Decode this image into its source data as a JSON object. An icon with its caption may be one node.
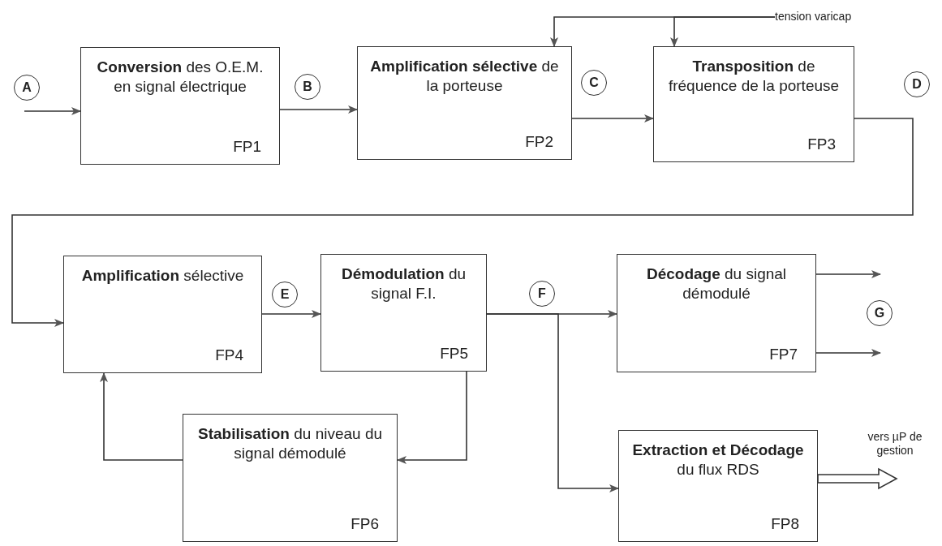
{
  "diagram": {
    "nodes": [
      {
        "text": [
          "tension varicap"
        ]
      },
      {
        "text": [
          "**Conversion** des O.E.M. en signal électrique",
          "FP1"
        ]
      },
      {
        "text": [
          "**Amplification sélective** de la porteuse",
          "FP2"
        ]
      },
      {
        "text": [
          "**Transposition** de fréquence de la porteuse",
          "FP3"
        ]
      },
      {
        "text": [
          "**Amplification** sélective",
          "FP4"
        ]
      },
      {
        "text": [
          "**Démodulation** du signal F.I.",
          "FP5"
        ]
      },
      {
        "text": [
          "**Stabilisation** du niveau du signal démodulé",
          "FP6"
        ]
      },
      {
        "text": [
          "**Décodage** du signal démodulé",
          "FP7"
        ]
      },
      {
        "text": [
          "**Extraction et Décodage** du flux RDS",
          "FP8"
        ]
      }
    ],
    "edges": [
      {
        "from": null,
        "to": 1,
        "arrow": "to"
      },
      {
        "from": 1,
        "to": 2,
        "arrow": "to"
      },
      {
        "from": 2,
        "to": 3,
        "arrow": "to"
      },
      {
        "from": 0,
        "to": 2,
        "arrow": "to"
      },
      {
        "from": 0,
        "to": 3,
        "arrow": "to"
      },
      {
        "from": 3,
        "to": 4,
        "arrow": "to"
      },
      {
        "from": 4,
        "to": 5,
        "arrow": "to"
      },
      {
        "from": 5,
        "to": 7,
        "arrow": "to"
      },
      {
        "from": 5,
        "to": 8,
        "arrow": "to"
      },
      {
        "from": 5,
        "to": 6,
        "arrow": "to"
      },
      {
        "from": 6,
        "to": 4,
        "arrow": "to"
      },
      {
        "from": 7,
        "to": null,
        "arrow": "to"
      },
      {
        "from": 7,
        "to": null,
        "arrow": "to"
      },
      {
        "from": 8,
        "to": null,
        "arrow": "to",
        "style": "thick"
      }
    ],
    "labels": [
      "A",
      "B",
      "C",
      "D",
      "E",
      "F",
      "G",
      "vers µP de gestion"
    ]
  }
}
